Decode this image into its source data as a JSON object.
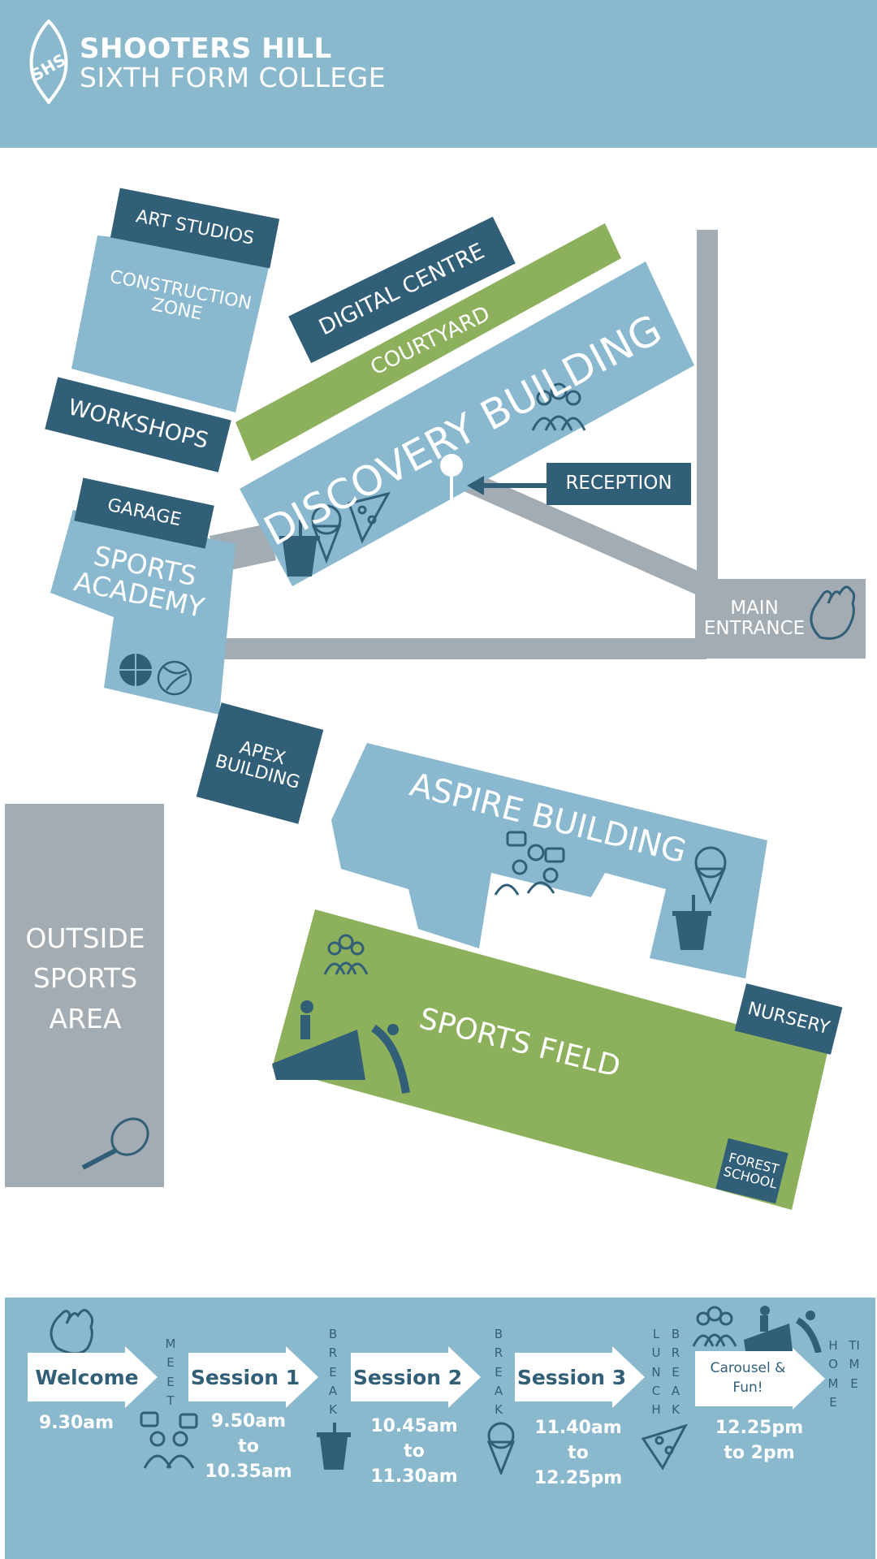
{
  "header": {
    "title": "SHOOTERS HILL",
    "subtitle": "SIXTH FORM COLLEGE",
    "logo_icon": "leaf-logo-icon",
    "background": "#8ab8cd"
  },
  "colors": {
    "dark_building": "#325f78",
    "light_building": "#89b8cf",
    "green_area": "#8db05d",
    "path_grey": "#a3acb2"
  },
  "map": {
    "art_studios": "ART STUDIOS",
    "construction_zone": "CONSTRUCTION ZONE",
    "workshops": "WORKSHOPS",
    "digital_centre": "DIGITAL CENTRE",
    "courtyard": "COURTYARD",
    "discovery_building": "DISCOVERY BUILDING",
    "reception": "RECEPTION",
    "garage": "GARAGE",
    "sports_academy": "SPORTS ACADEMY",
    "main_entrance": "MAIN ENTRANCE",
    "apex_building": "APEX BUILDING",
    "aspire_building": "ASPIRE BUILDING",
    "outside_sports_area": "OUTSIDE SPORTS AREA",
    "sports_field": "SPORTS FIELD",
    "nursery": "NURSERY",
    "forest_school": "FOREST SCHOOL"
  },
  "schedule": {
    "welcome": {
      "label": "Welcome",
      "time": "9.30am"
    },
    "meet": "MEET",
    "session1": {
      "label": "Session 1",
      "time1": "9.50am",
      "to": "to",
      "time2": "10.35am"
    },
    "break1": "BREAK",
    "session2": {
      "label": "Session 2",
      "time1": "10.45am",
      "to": "to",
      "time2": "11.30am"
    },
    "break2": "BREAK",
    "session3": {
      "label": "Session 3",
      "time1": "11.40am",
      "to": "to",
      "time2": "12.25pm"
    },
    "lunch": "LUNCH",
    "break3": "BREAK",
    "carousel": {
      "label1": "Carousel &",
      "label2": "Fun!",
      "time1": "12.25pm",
      "time2": "to 2pm"
    },
    "home": "HOME",
    "home_time": "TIME"
  }
}
